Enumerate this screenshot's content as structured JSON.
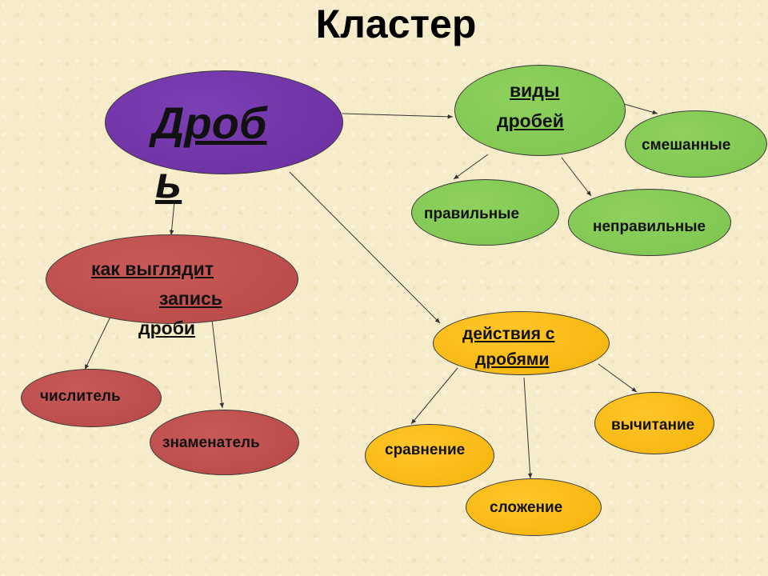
{
  "title": "Кластер",
  "center": {
    "line1": "Дроб",
    "line2": "ь"
  },
  "types": {
    "head": {
      "line1": "виды",
      "line2": "дробей"
    },
    "mixed": "смешанные",
    "proper": "правильные",
    "improper": "неправильные"
  },
  "notation": {
    "head": {
      "line1": "как выглядит",
      "line2": "запись",
      "line3": "дроби"
    },
    "numerator": "числитель",
    "denominator": "знаменатель"
  },
  "operations": {
    "head": {
      "line1": "действия с",
      "line2": "дробями"
    },
    "comparison": "сравнение",
    "addition": "сложение",
    "subtraction": "вычитание"
  },
  "colors": {
    "center": "#6e31a3",
    "types": "#80c853",
    "notation": "#bd4d4b",
    "operations": "#f7b817"
  }
}
